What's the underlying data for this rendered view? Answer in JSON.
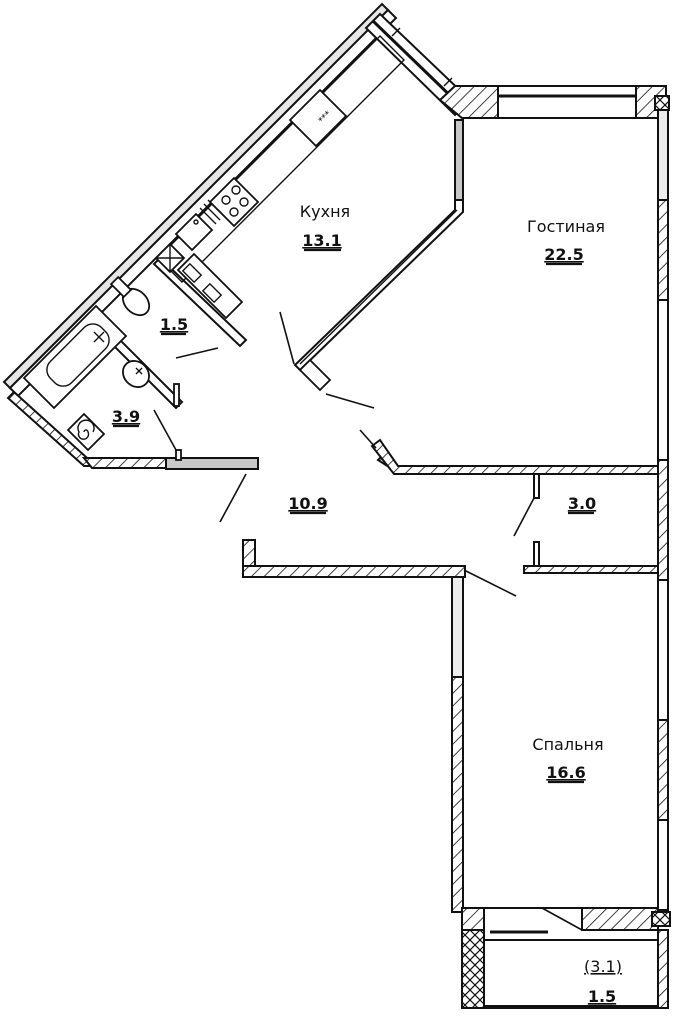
{
  "plan": {
    "title": "Floor plan",
    "rooms": [
      {
        "id": "kitchen",
        "name": "Кухня",
        "area": "13.1"
      },
      {
        "id": "living",
        "name": "Гостиная",
        "area": "22.5"
      },
      {
        "id": "bedroom",
        "name": "Спальня",
        "area": "16.6"
      },
      {
        "id": "hall",
        "name": "",
        "area": "10.9"
      },
      {
        "id": "storage",
        "name": "",
        "area": "3.0"
      },
      {
        "id": "toilet",
        "name": "",
        "area": "1.5"
      },
      {
        "id": "bathroom",
        "name": "",
        "area": "3.9"
      },
      {
        "id": "balcony",
        "name": "",
        "area": "1.5",
        "full_area": "(3.1)"
      }
    ],
    "fixtures": [
      "stove-icon",
      "sink-icon",
      "toilet-icon",
      "bathtub-icon",
      "washbasin-icon",
      "boiler-icon",
      "fridge-icon"
    ],
    "colors": {
      "line": "#111111",
      "partition": "#c8c8c8",
      "background": "#ffffff"
    }
  }
}
